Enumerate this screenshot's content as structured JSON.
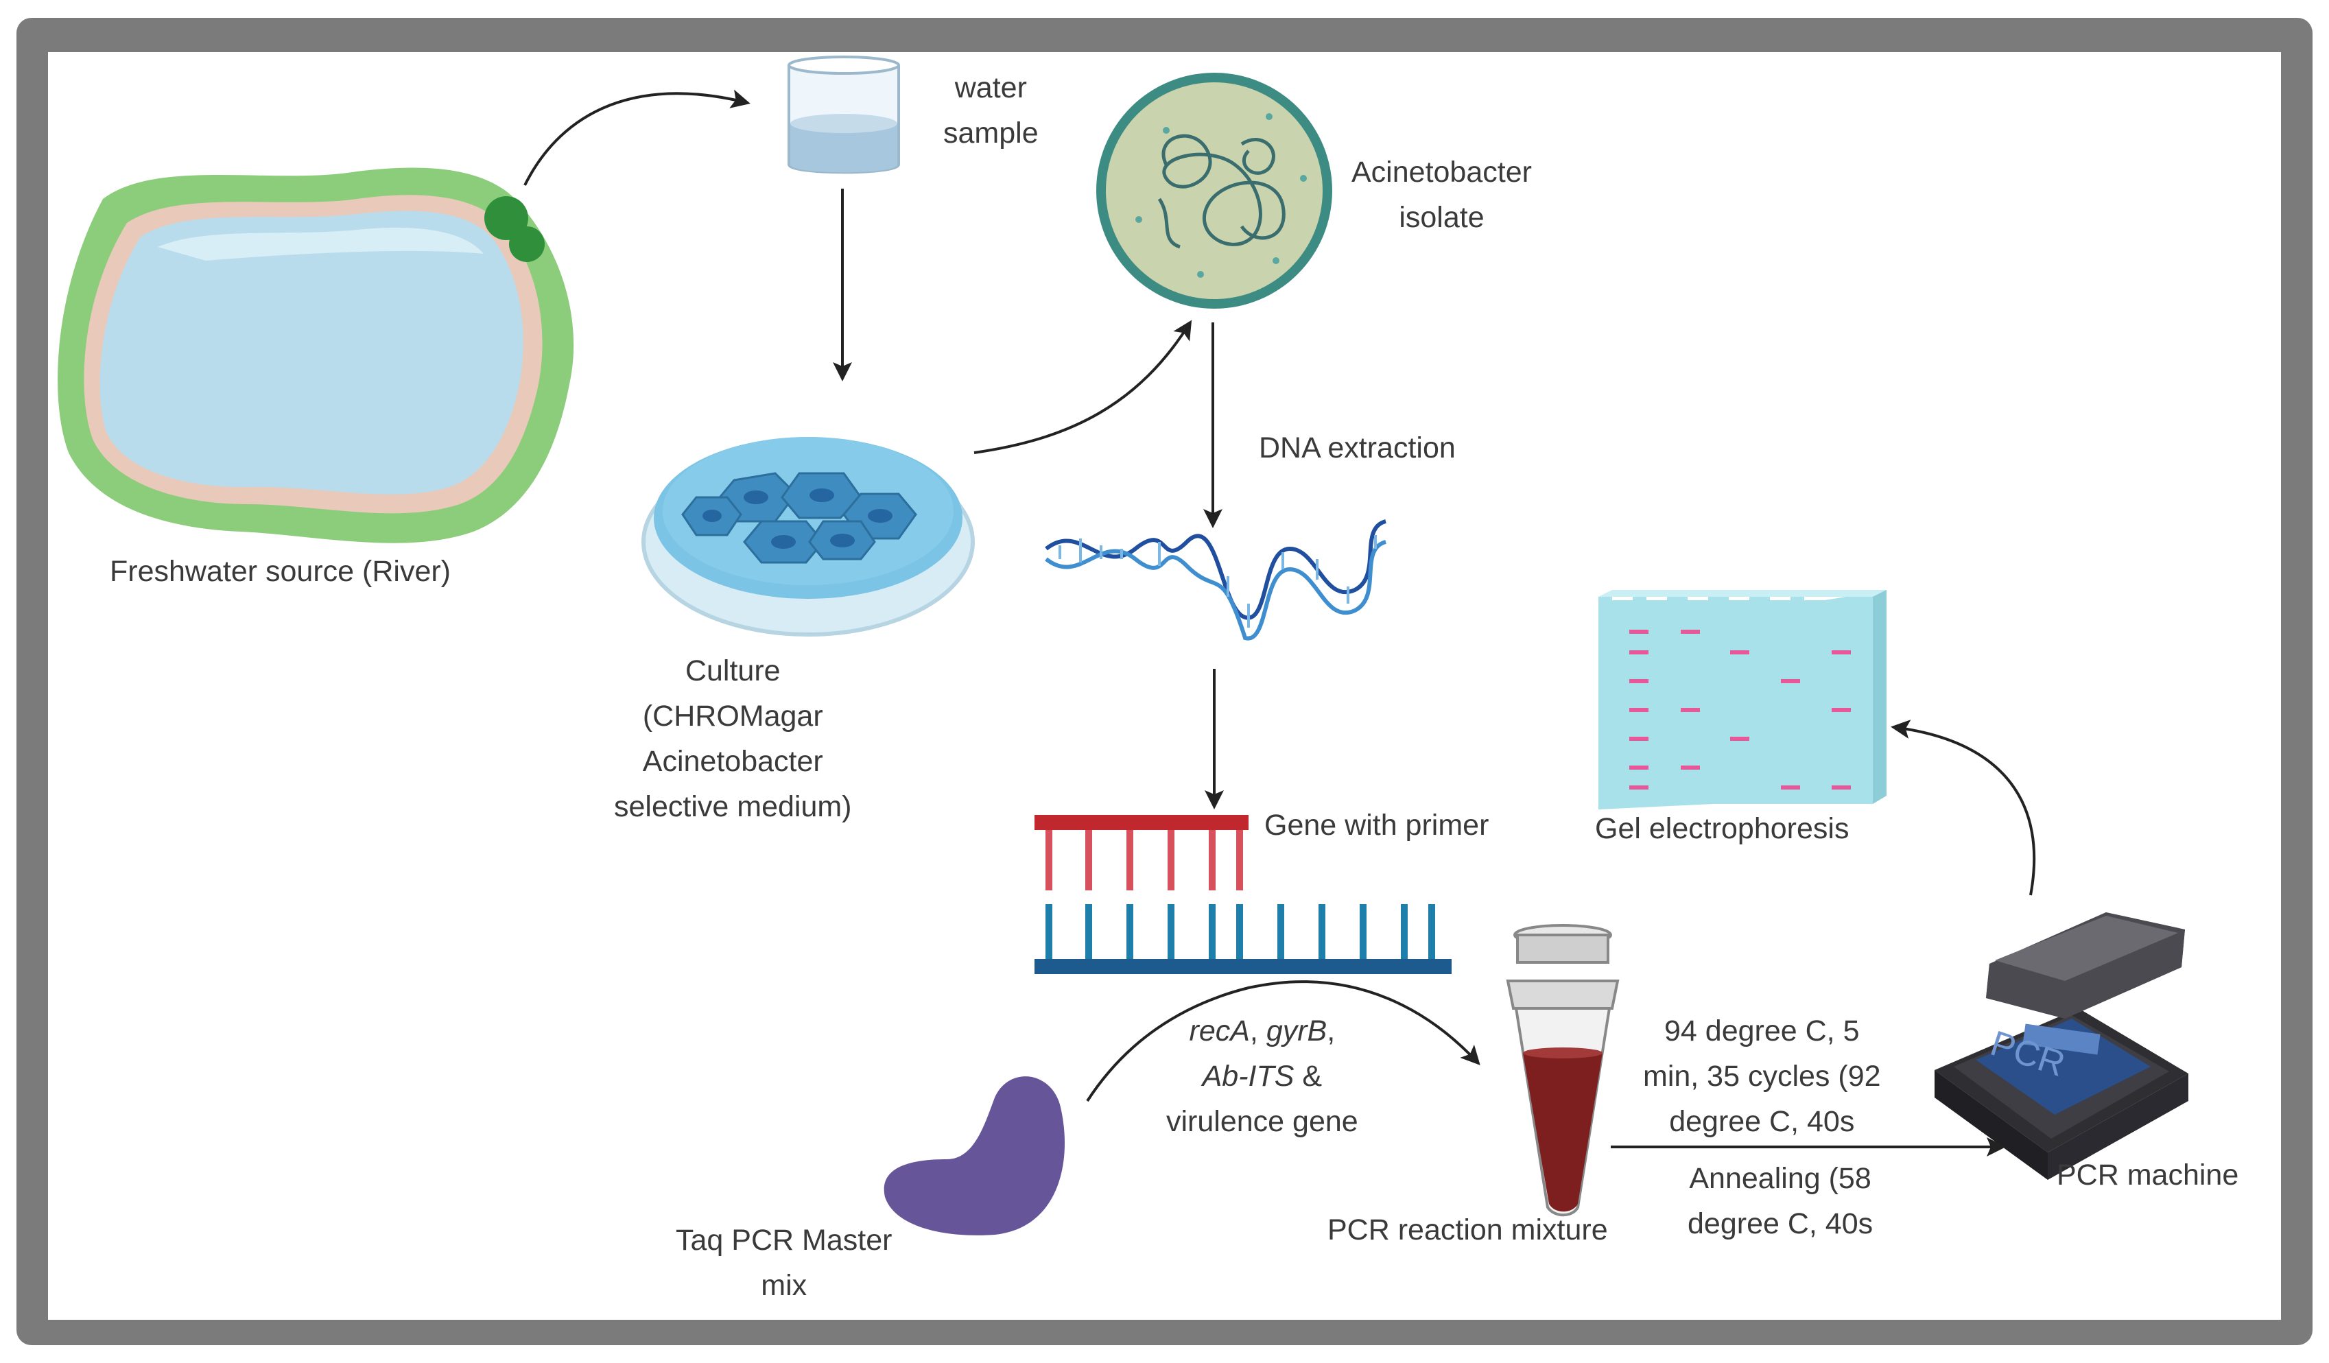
{
  "labels": {
    "freshwater": "Freshwater source (River)",
    "water_line1": "water",
    "water_line2": "sample",
    "culture_line1": "Culture",
    "culture_line2": "(CHROMagar",
    "culture_line3": "Acinetobacter",
    "culture_line4": "selective medium)",
    "isolate_line1": "Acinetobacter",
    "isolate_line2": "isolate",
    "dna_extraction": "DNA extraction",
    "gene_with_primer": "Gene with primer",
    "genes_line1_a": "recA",
    "genes_line1_b": ", ",
    "genes_line1_c": "gyrB",
    "genes_line1_d": ",",
    "genes_line2_a": "Ab-ITS",
    "genes_line2_b": " &",
    "genes_line3": "virulence gene",
    "taq_line1": "Taq PCR Master",
    "taq_line2": "mix",
    "pcr_mixture": "PCR reaction mixture",
    "conditions_line1": "94 degree C, 5",
    "conditions_line2": "min, 35 cycles (92",
    "conditions_line3": "degree C, 40s",
    "annealing_line1": "Annealing (58",
    "annealing_line2": "degree C, 40s",
    "pcr_screen_text": "PCR",
    "pcr_machine": "PCR machine",
    "gel": "Gel electrophoresis"
  },
  "colors": {
    "frame": "#7b7b7b",
    "water": "#b9dcec",
    "grass": "#8ccd7b",
    "dna_blue": "#1f4f9e",
    "primer_red": "#c0282e",
    "gene_teal": "#1f7fab",
    "gel": "#a9e1ea",
    "gel_band": "#e8579a",
    "taq": "#67559a",
    "tube_fill": "#7d1f1f",
    "pcr_machine": "#3e3e44",
    "pcr_screen": "#2b4f8a"
  }
}
